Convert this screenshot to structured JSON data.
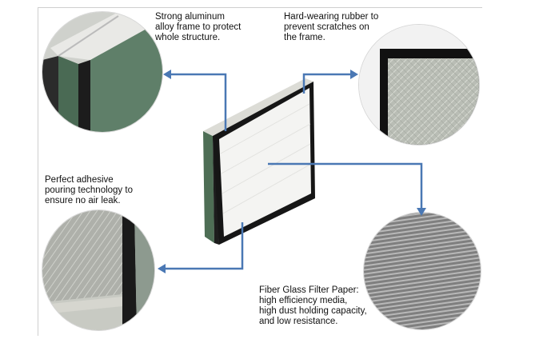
{
  "captions": {
    "frame": [
      "Strong aluminum",
      "alloy frame to protect",
      "whole structure."
    ],
    "rubber": [
      "Hard-wearing rubber to",
      "prevent scratches on",
      "the frame."
    ],
    "adhesive": [
      "Perfect adhesive",
      "pouring technology to",
      "ensure no air leak."
    ],
    "paper": [
      "Fiber Glass  Filter Paper:",
      "high efficiency media,",
      "high dust holding capacity,",
      "and low resistance."
    ]
  },
  "colors": {
    "arrow": "#4a78b4",
    "frame_green": "#4e6e55",
    "rubber": "#1a1a1a",
    "media": "#f3f3f1"
  },
  "icons": [
    "arrow-left-icon",
    "arrow-right-icon",
    "arrow-down-icon"
  ]
}
